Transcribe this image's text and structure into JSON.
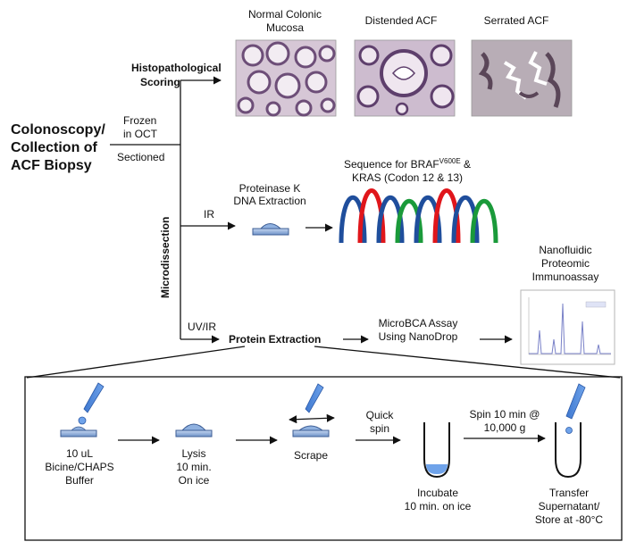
{
  "diagram": {
    "title_lines": [
      "Colonoscopy/",
      "Collection of",
      "ACF Biopsy"
    ],
    "branch_frozen": [
      "Frozen",
      "in OCT"
    ],
    "branch_sectioned": "Sectioned",
    "histo_label": [
      "Histopathological",
      "Scoring"
    ],
    "micrographs": [
      {
        "label": [
          "Normal Colonic",
          "Mucosa"
        ]
      },
      {
        "label": [
          "Distended ACF"
        ]
      },
      {
        "label": [
          "Serrated ACF"
        ]
      }
    ],
    "microdissection_label": "Microdissection",
    "ir_label": "IR",
    "uvir_label": "UV/IR",
    "proteinase_label": [
      "Proteinase K",
      "DNA Extraction"
    ],
    "sequence_label": {
      "line1_pre": "Sequence for BRAF",
      "line1_sup": "V600E",
      "line1_post": " &",
      "line2": "KRAS (Codon 12 & 13)"
    },
    "chromatogram_colors": [
      "#1f4e9c",
      "#e0161b",
      "#1f4e9c",
      "#1a9a3a",
      "#1f4e9c",
      "#e0161b",
      "#1f4e9c",
      "#1a9a3a"
    ],
    "protein_extraction": "Protein Extraction",
    "microbca_label": [
      "MicroBCA Assay",
      "Using NanoDrop"
    ],
    "nanofluidic_label": [
      "Nanofluidic",
      "Proteomic",
      "Immunoassay"
    ],
    "steps": [
      {
        "label": [
          "10 uL",
          "Bicine/CHAPS",
          "Buffer"
        ]
      },
      {
        "label": [
          "Lysis",
          "10 min.",
          "On ice"
        ]
      },
      {
        "label": [
          "Scrape"
        ]
      },
      {
        "label": [
          "Incubate",
          "10 min. on ice"
        ]
      },
      {
        "label": [
          "Transfer",
          "Supernatant/",
          "Store at -80°C"
        ]
      }
    ],
    "quick_spin": [
      "Quick",
      "spin"
    ],
    "spin_label": [
      "Spin 10 min @",
      "10,000 g"
    ]
  }
}
